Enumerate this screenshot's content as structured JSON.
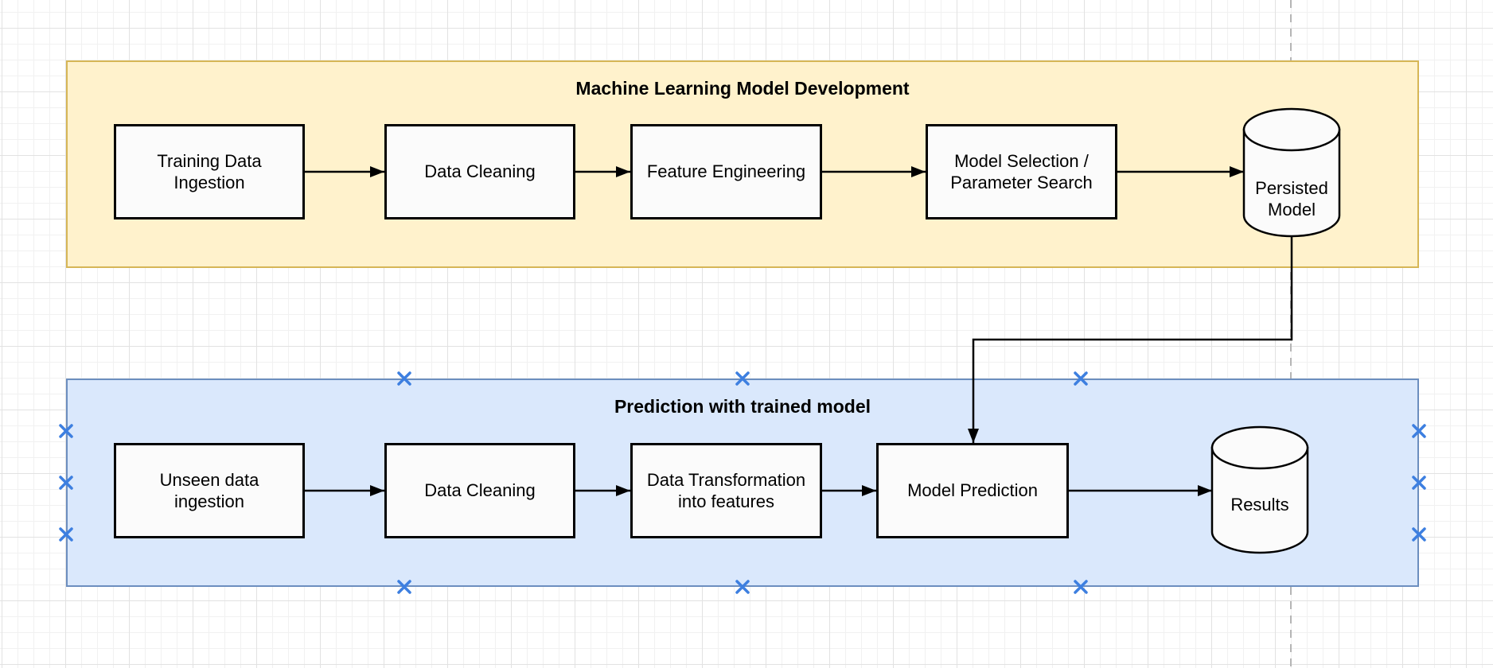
{
  "diagram": {
    "lanes": [
      {
        "title": "Machine Learning Model Development",
        "boxes": [
          {
            "label": "Training Data\nIngestion"
          },
          {
            "label": "Data Cleaning"
          },
          {
            "label": "Feature Engineering"
          },
          {
            "label": "Model Selection /\nParameter Search"
          }
        ],
        "datastore": {
          "label": "Persisted\nModel"
        }
      },
      {
        "title": "Prediction with trained model",
        "boxes": [
          {
            "label": "Unseen data\ningestion"
          },
          {
            "label": "Data Cleaning"
          },
          {
            "label": "Data Transformation\ninto features"
          },
          {
            "label": "Model Prediction"
          }
        ],
        "datastore": {
          "label": "Results"
        }
      }
    ],
    "connectors": [
      {
        "from": "Training Data Ingestion",
        "to": "Data Cleaning"
      },
      {
        "from": "Data Cleaning",
        "to": "Feature Engineering"
      },
      {
        "from": "Feature Engineering",
        "to": "Model Selection / Parameter Search"
      },
      {
        "from": "Model Selection / Parameter Search",
        "to": "Persisted Model"
      },
      {
        "from": "Persisted Model",
        "to": "Model Prediction"
      },
      {
        "from": "Unseen data ingestion",
        "to": "Data Cleaning"
      },
      {
        "from": "Data Cleaning",
        "to": "Data Transformation into features"
      },
      {
        "from": "Data Transformation into features",
        "to": "Model Prediction"
      },
      {
        "from": "Model Prediction",
        "to": "Results"
      }
    ],
    "colors": {
      "lane_ml_fill": "#fff2cc",
      "lane_ml_border": "#d6b656",
      "lane_pred_fill": "#dae8fc",
      "lane_pred_border": "#6c8ebf",
      "shape_fill": "#fbfbfb",
      "shape_border": "#000000",
      "connector": "#000000",
      "connection_point": "#3d7fe0",
      "page_boundary": "#b5b5b5"
    },
    "icons": {
      "connection_point": "x-cross",
      "arrowhead": "filled-triangle",
      "datastore_shape": "cylinder"
    }
  }
}
